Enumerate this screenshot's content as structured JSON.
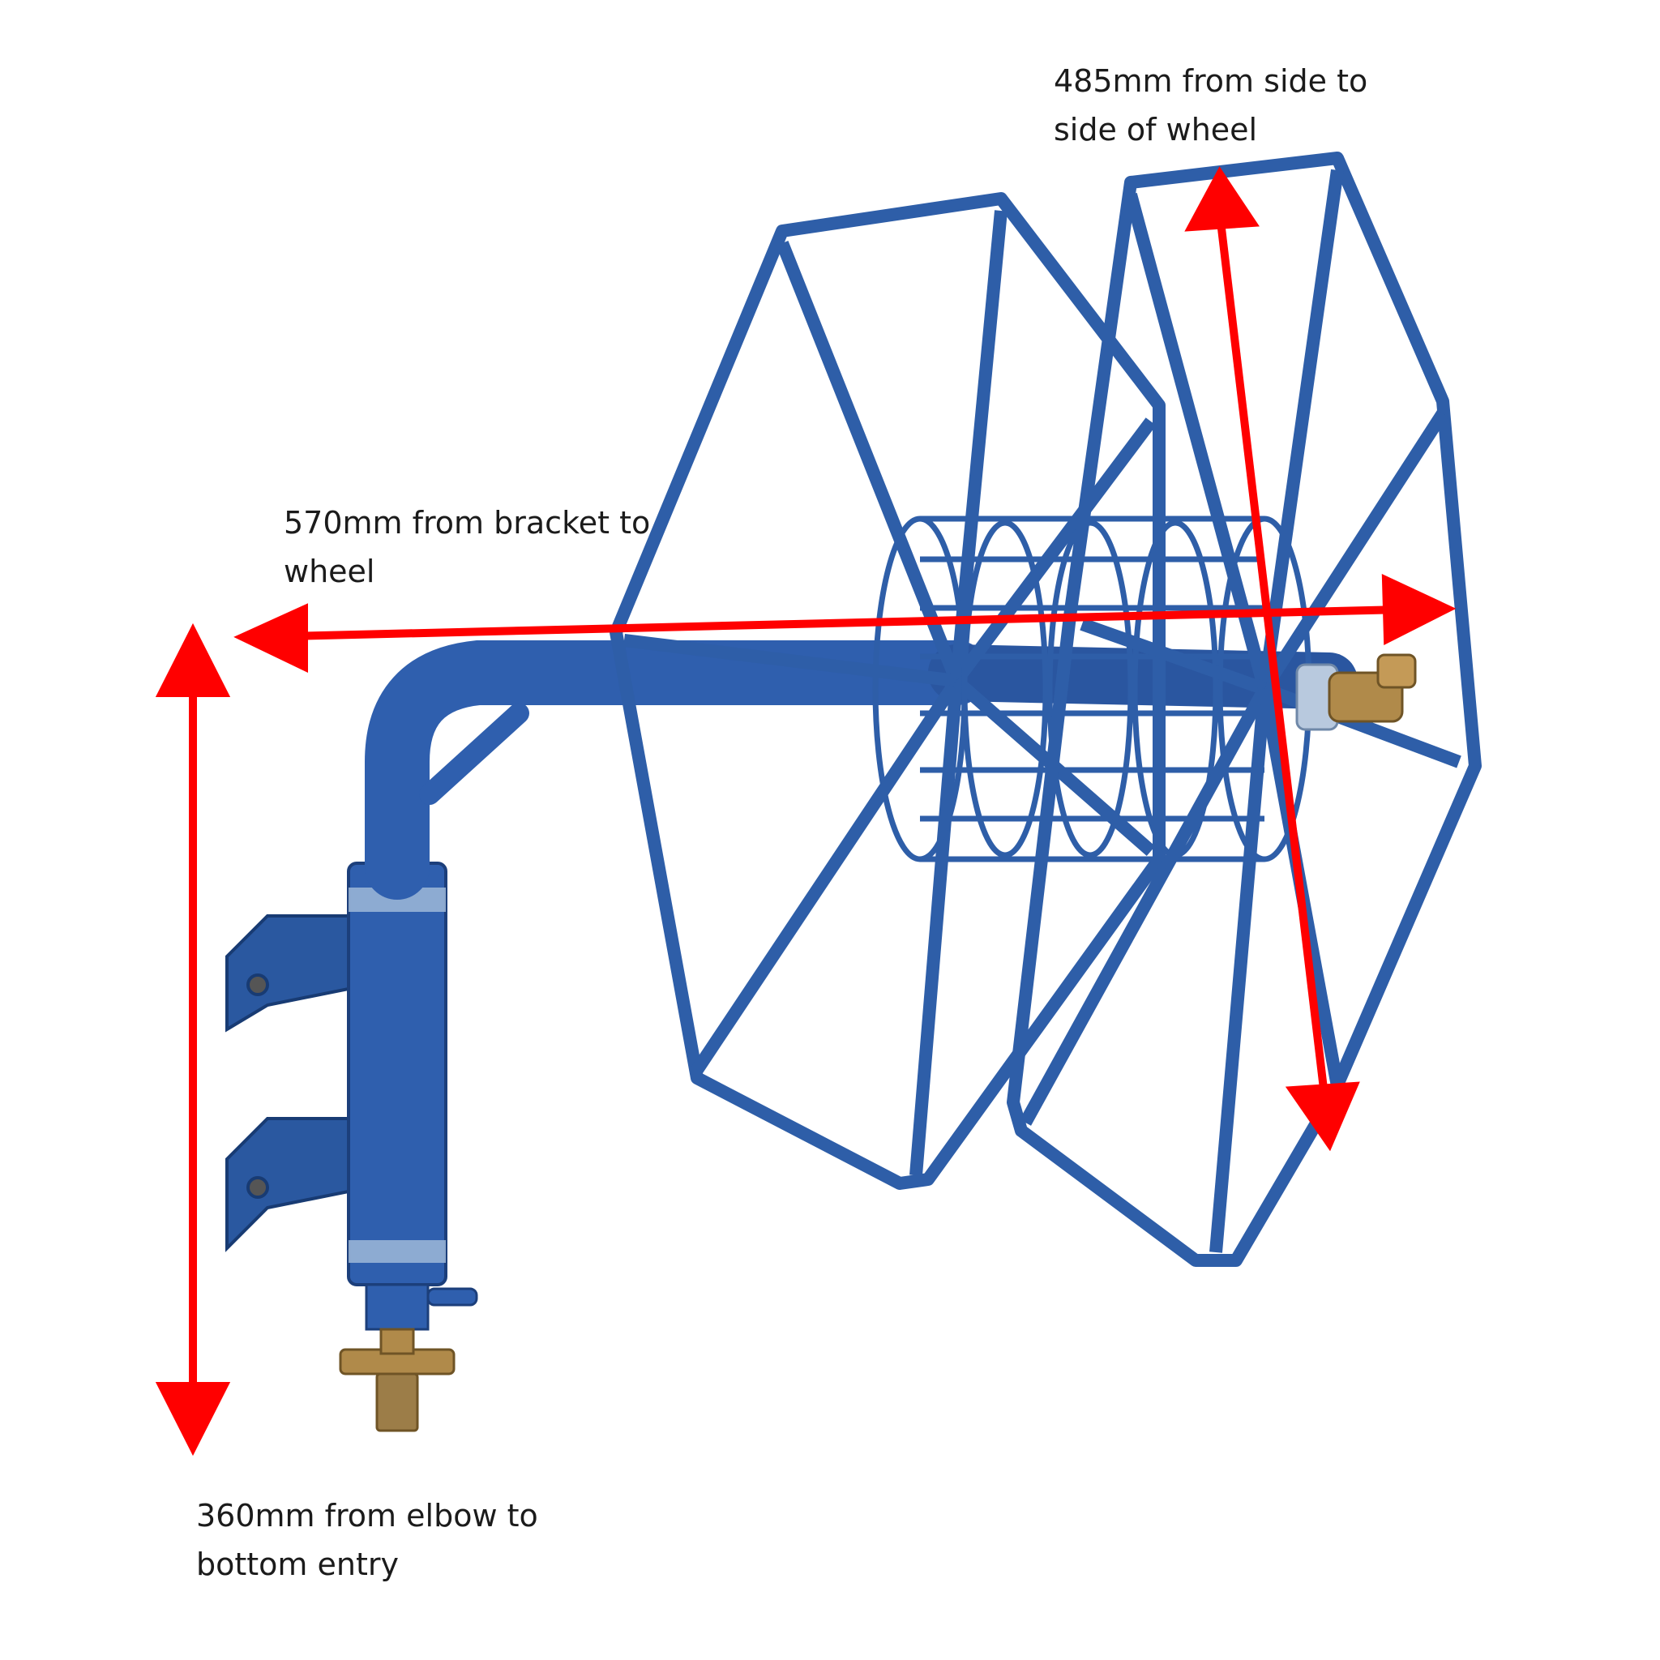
{
  "labels": {
    "wheel_width": "485mm from side to\nside of wheel",
    "bracket_to_wheel": "570mm from bracket to\nwheel",
    "elbow_to_entry": "360mm from elbow to\nbottom entry"
  },
  "colors": {
    "reel_blue": "#2e5ea8",
    "reel_blue_dark": "#1f4787",
    "arrow_red": "#ff0000",
    "brass": "#b08a4a",
    "text": "#1b1b1b",
    "background": "#ffffff"
  }
}
